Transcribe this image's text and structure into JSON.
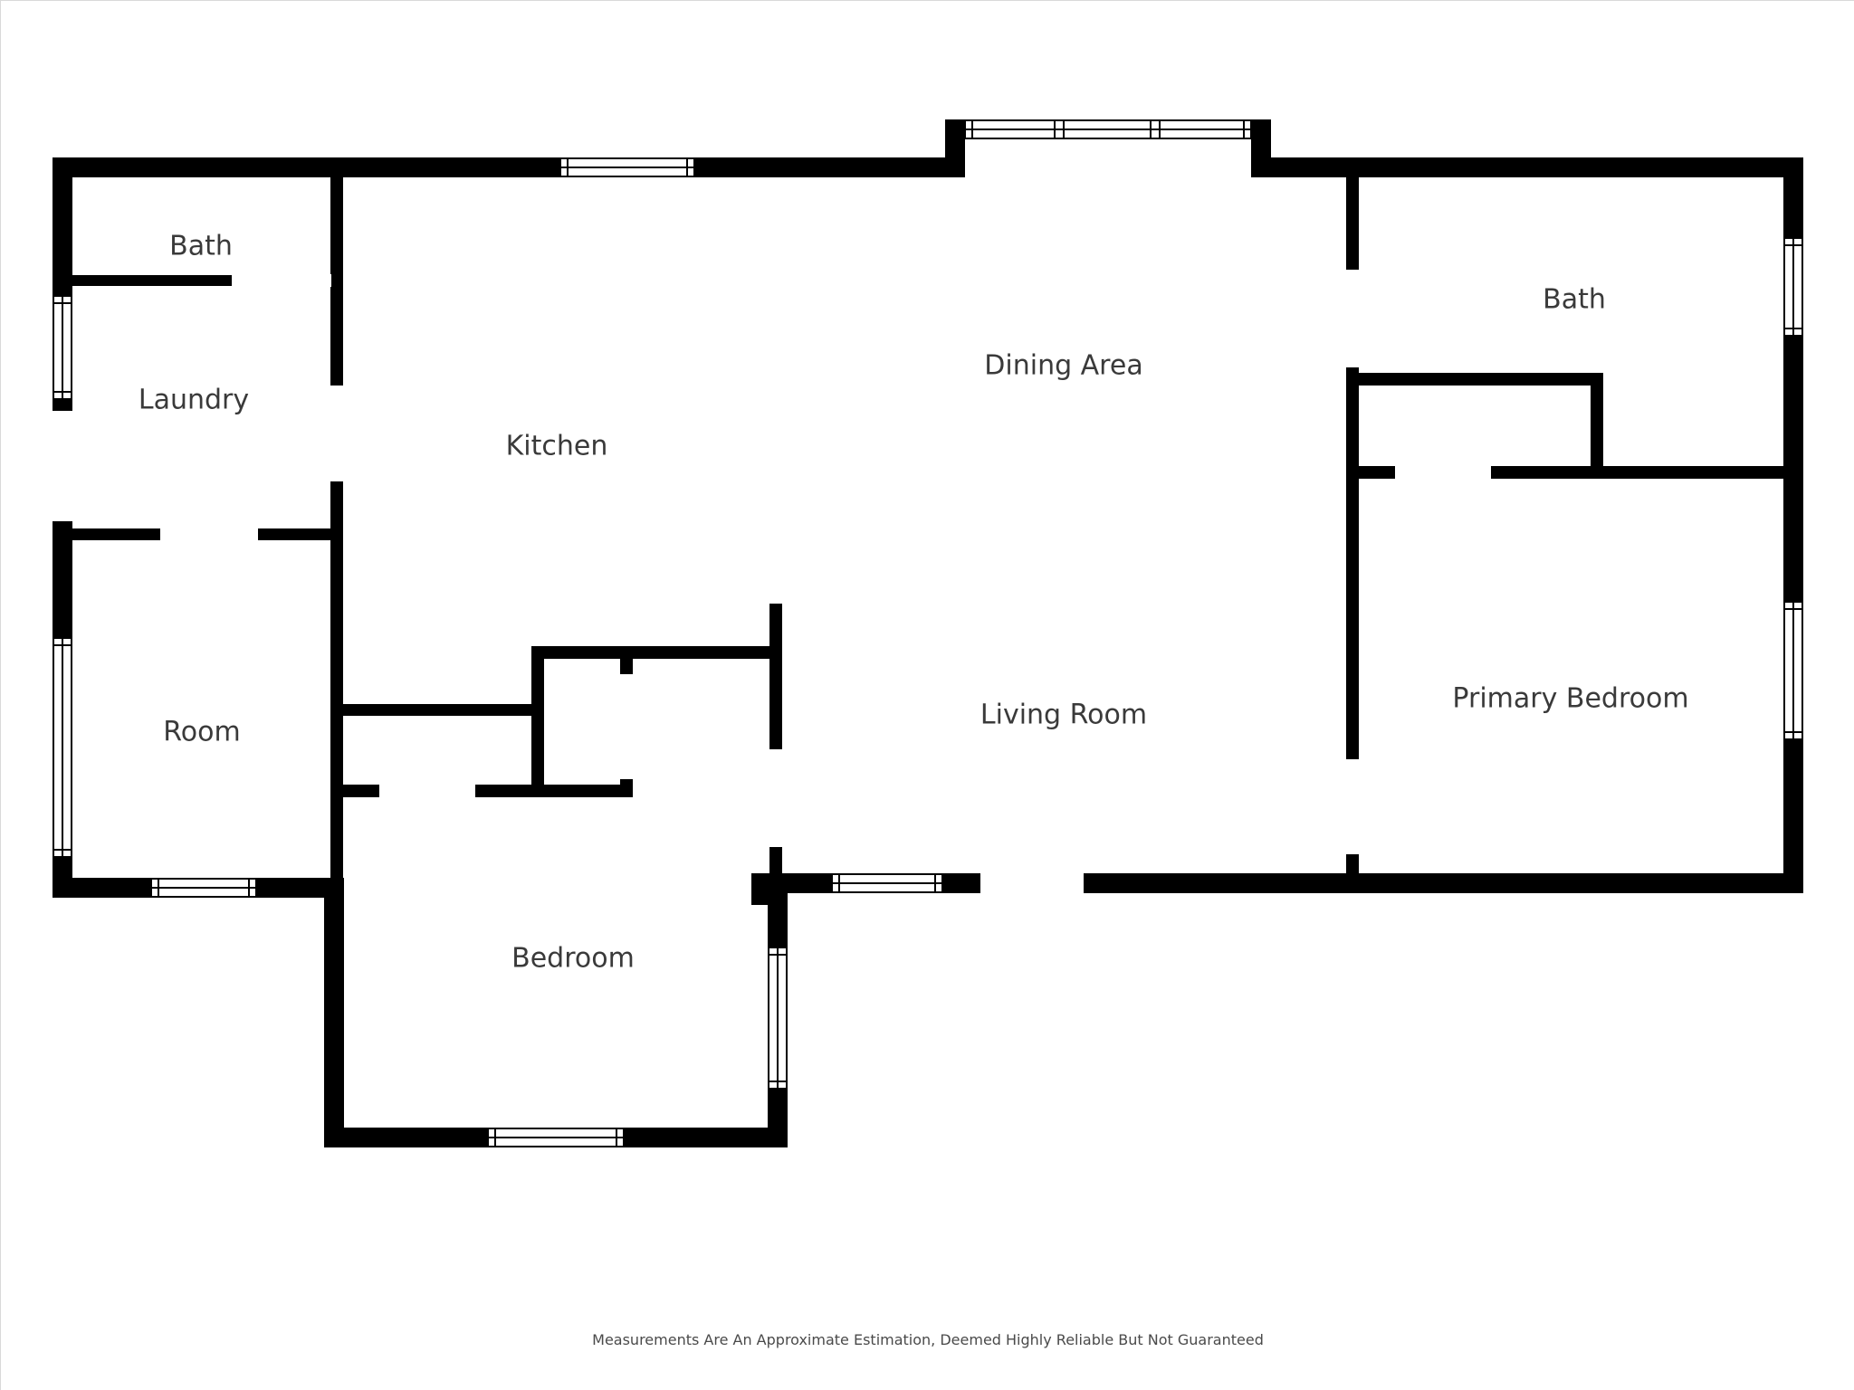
{
  "rooms": {
    "bath_small": "Bath",
    "laundry": "Laundry",
    "room": "Room",
    "kitchen": "Kitchen",
    "dining_area": "Dining Area",
    "living_room": "Living Room",
    "bedroom": "Bedroom",
    "bath_primary": "Bath",
    "primary_bedroom": "Primary Bedroom"
  },
  "footer": {
    "disclaimer": "Measurements Are An Approximate Estimation, Deemed Highly Reliable But Not Guaranteed"
  },
  "colors": {
    "wall": "#000000",
    "opening": "#ffffff",
    "label": "#3a3a3a"
  }
}
